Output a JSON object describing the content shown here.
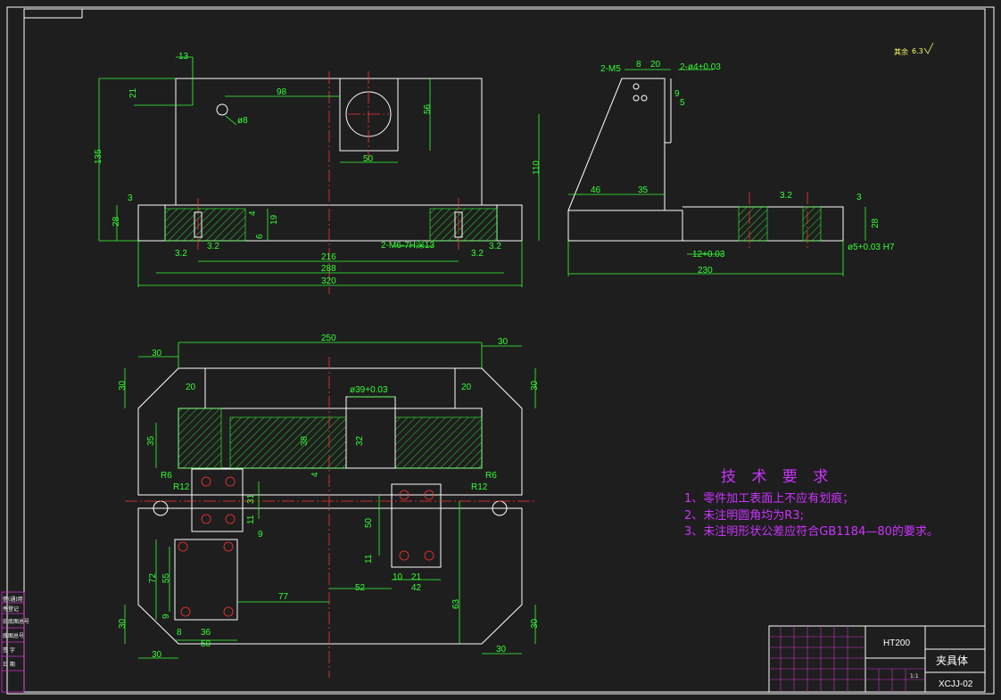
{
  "drawing": {
    "roughness_note": "其余",
    "roughness_value": "6.3",
    "tech_requirements": {
      "title": "技 术 要 求",
      "items": [
        "1、零件加工表面上不应有划痕；",
        "2、未注明圆角均为R3;",
        "3、未注明形状公差应符合GB1184—80的要求。"
      ]
    },
    "title_block": {
      "material": "HT200",
      "part_name": "夹具体",
      "drawing_no": "XCJJ-02",
      "scale": "1:1"
    },
    "front_view_dims": {
      "d13": "13",
      "d21": "21",
      "d98": "98",
      "d56": "56",
      "d50": "50",
      "d8": "ø8",
      "d135": "135",
      "d110": "110",
      "d3": "3",
      "d28": "28",
      "d19": "19",
      "d6": "6",
      "d4": "4",
      "d216": "216",
      "d288": "288",
      "d320": "320",
      "thread": "2-M6-7H深13",
      "ra1": "3.2",
      "ra2": "3.2",
      "ra3": "3.2",
      "ra4": "3.2"
    },
    "side_view_dims": {
      "m5": "2-M5",
      "d8": "8",
      "d20": "20",
      "pin": "2-ø4+0.03",
      "d9": "9",
      "d5": "5",
      "d46": "46",
      "d35": "35",
      "d32": "3.2",
      "d3": "3",
      "d28": "28",
      "d12": "12+0.03",
      "d5h7": "ø5+0.03 H7",
      "d230": "230"
    },
    "top_view_dims": {
      "d250": "250",
      "d30a": "30",
      "d30b": "30",
      "d30c": "30",
      "d30d": "30",
      "d20a": "20",
      "d20b": "20",
      "bore": "ø39+0.03",
      "d35": "35",
      "d38": "38",
      "d32": "32",
      "d4": "4",
      "r6a": "R6",
      "r6b": "R6",
      "r12a": "R12",
      "r12b": "R12",
      "d31": "31",
      "d11": "11",
      "d9": "9",
      "d72": "72",
      "d55": "55",
      "d9b": "9",
      "d77": "77",
      "d52": "52",
      "d50": "50",
      "d11b": "11",
      "d10": "10",
      "d21": "21",
      "d42": "42",
      "d63": "63",
      "d8": "8",
      "d36": "36",
      "d50b": "50",
      "d30e": "30",
      "d30f": "30",
      "d30g": "30",
      "d30h": "30"
    },
    "left_strip": [
      "借(通)用",
      "件登记",
      "旧底图总号",
      "底图总号",
      "签 字",
      "日 期"
    ]
  }
}
